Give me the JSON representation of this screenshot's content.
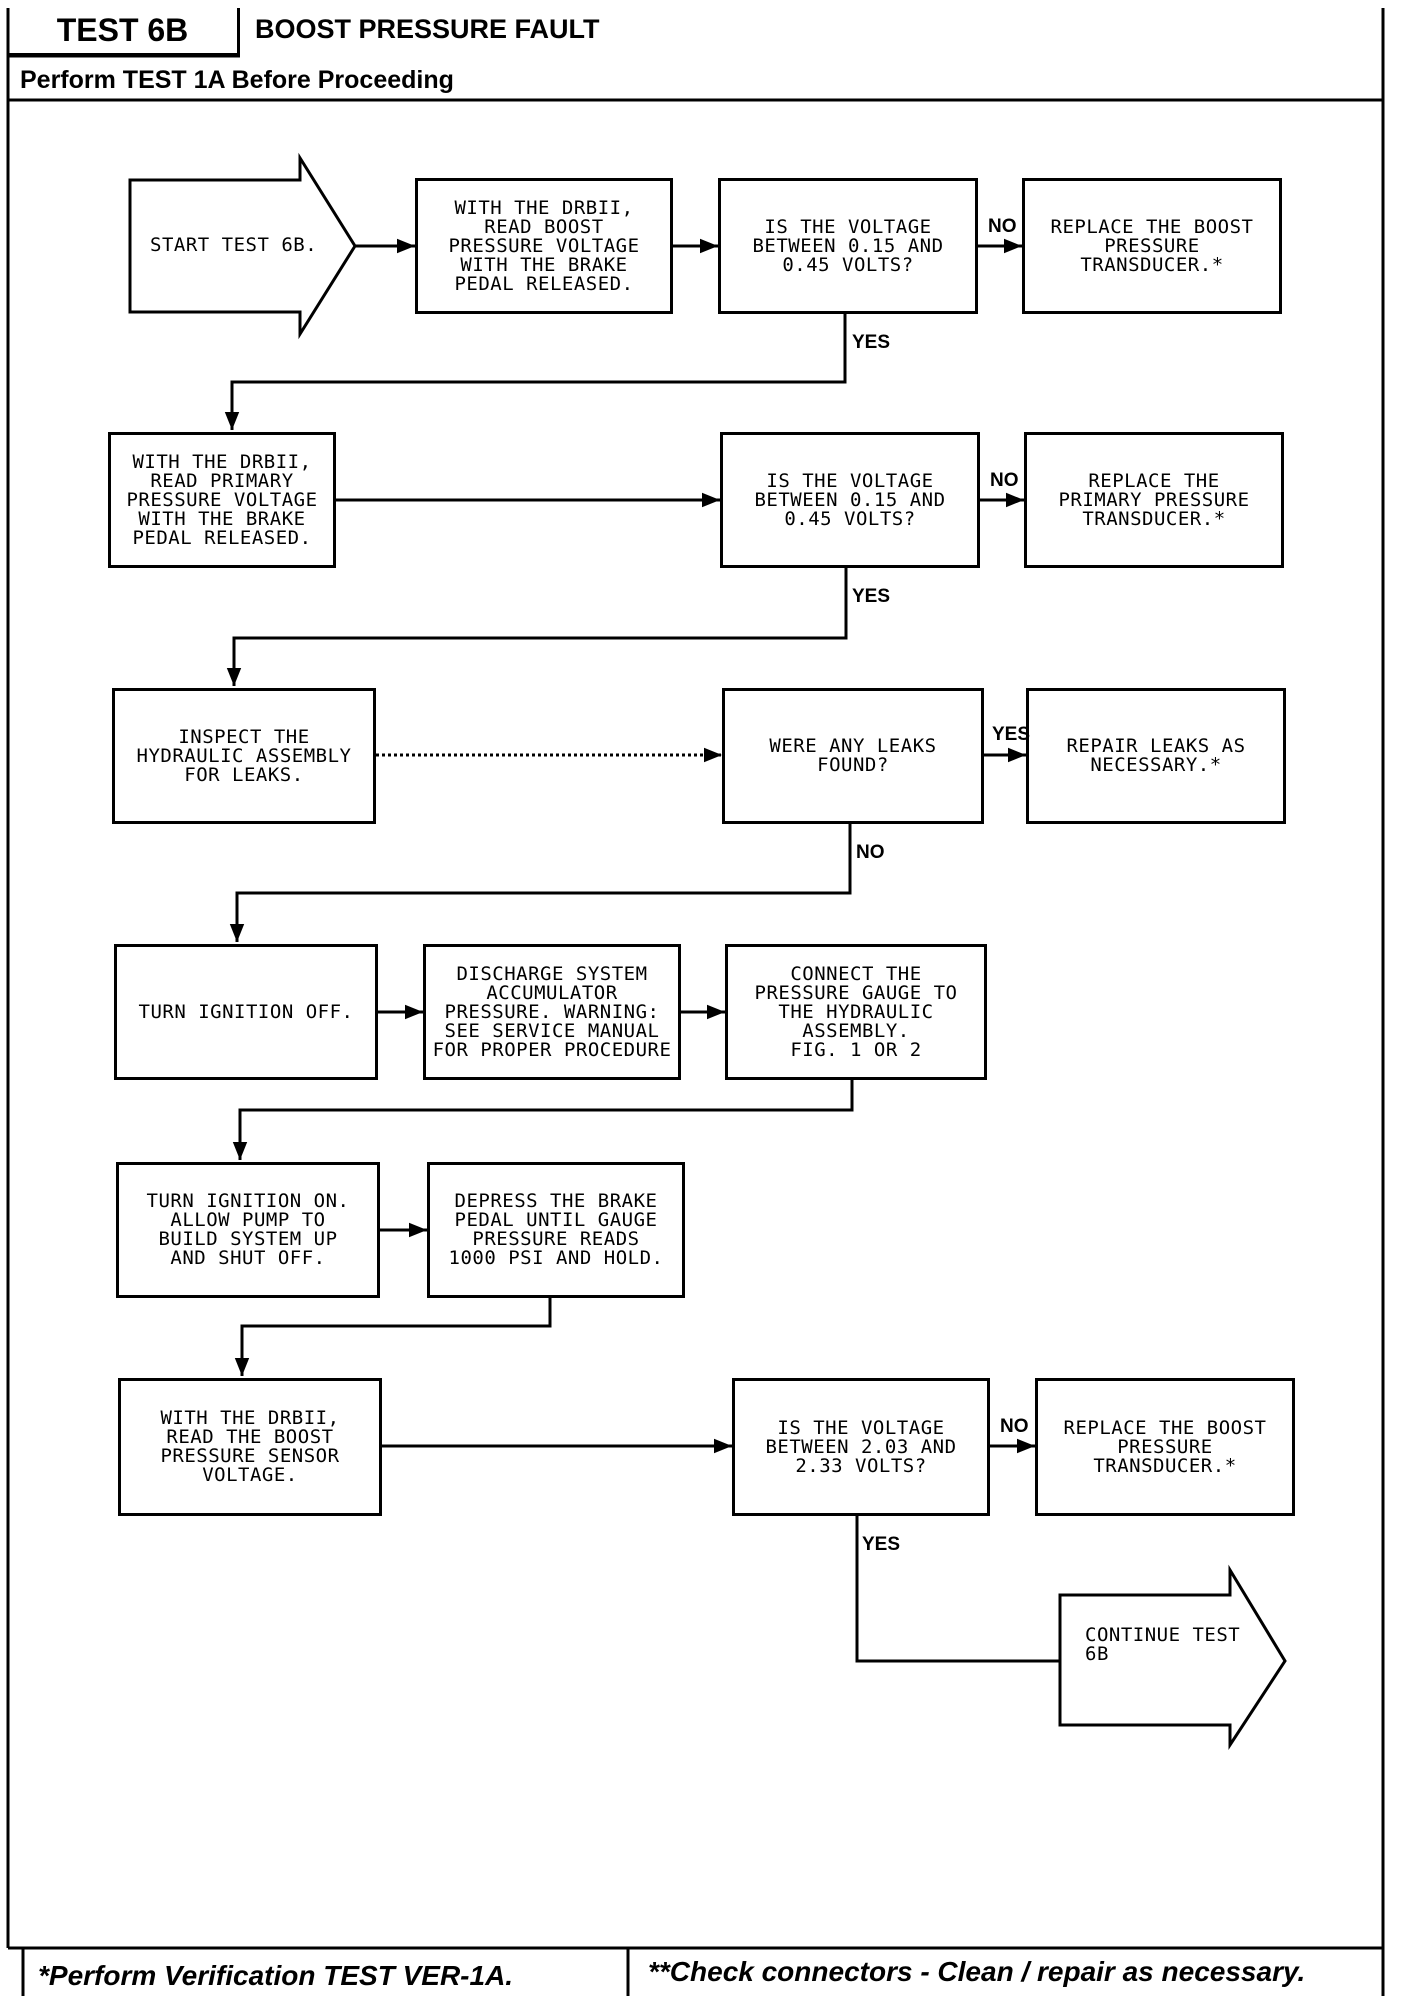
{
  "header": {
    "test_id": "TEST 6B",
    "title": "BOOST PRESSURE FAULT",
    "subtitle": "Perform TEST 1A Before Proceeding"
  },
  "start": "START TEST 6B.",
  "row1": {
    "action": "WITH THE DRBII,\nREAD BOOST\nPRESSURE VOLTAGE\nWITH THE BRAKE\nPEDAL RELEASED.",
    "question": "IS THE VOLTAGE\nBETWEEN 0.15 AND\n0.45 VOLTS?",
    "no_label": "NO",
    "result": "REPLACE THE BOOST\nPRESSURE\nTRANSDUCER.*",
    "yes_label": "YES"
  },
  "row2": {
    "action": "WITH THE DRBII,\nREAD PRIMARY\nPRESSURE VOLTAGE\nWITH THE BRAKE\nPEDAL RELEASED.",
    "question": "IS THE VOLTAGE\nBETWEEN 0.15 AND\n0.45 VOLTS?",
    "no_label": "NO",
    "result": "REPLACE THE\nPRIMARY PRESSURE\nTRANSDUCER.*",
    "yes_label": "YES"
  },
  "row3": {
    "action": "INSPECT THE\nHYDRAULIC ASSEMBLY\nFOR LEAKS.",
    "question": "WERE ANY LEAKS\nFOUND?",
    "yes_label": "YES",
    "result": "REPAIR LEAKS AS\nNECESSARY.*",
    "no_label": "NO"
  },
  "row4": {
    "step1": "TURN IGNITION OFF.",
    "step2": "DISCHARGE SYSTEM\nACCUMULATOR\nPRESSURE. WARNING:\nSEE SERVICE MANUAL\nFOR PROPER PROCEDURE",
    "step3": "CONNECT THE\nPRESSURE GAUGE TO\nTHE HYDRAULIC\nASSEMBLY.\nFIG. 1 OR 2"
  },
  "row5": {
    "step1": "TURN IGNITION ON.\nALLOW PUMP TO\nBUILD SYSTEM UP\nAND SHUT OFF.",
    "step2": "DEPRESS THE BRAKE\nPEDAL UNTIL GAUGE\nPRESSURE READS\n1000 PSI AND HOLD."
  },
  "row6": {
    "action": "WITH THE DRBII,\nREAD THE BOOST\nPRESSURE SENSOR\nVOLTAGE.",
    "question": "IS THE VOLTAGE\nBETWEEN 2.03 AND\n2.33 VOLTS?",
    "no_label": "NO",
    "result": "REPLACE THE BOOST\nPRESSURE\nTRANSDUCER.*",
    "yes_label": "YES"
  },
  "continue": "CONTINUE TEST\n6B",
  "footer": {
    "left": "*Perform Verification TEST VER-1A.",
    "right": "**Check connectors - Clean / repair as necessary."
  }
}
